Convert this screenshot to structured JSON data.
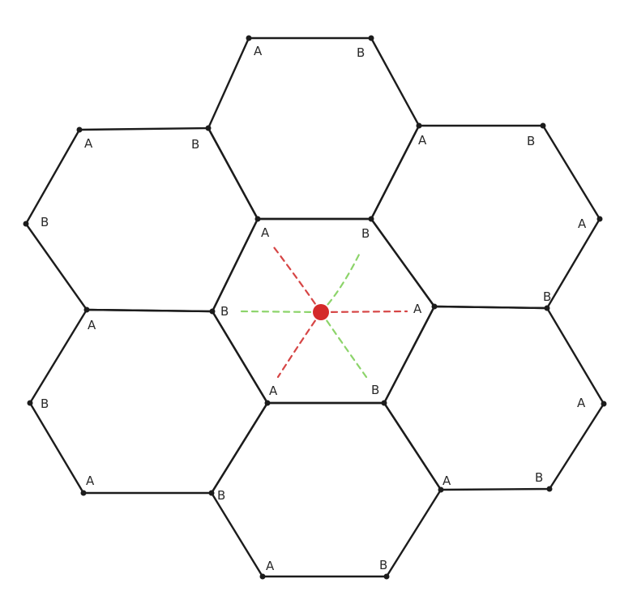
{
  "colors": {
    "outline": "#1c1c1c",
    "label": "#2a2a2a",
    "red": "#d42a2a",
    "red_ray": "#d64545",
    "green_ray": "#8cd46a",
    "background": "#ffffff"
  },
  "label_a": "A",
  "label_b": "B",
  "rays": {
    "red": [
      "upper-left",
      "right",
      "lower-left"
    ],
    "green": [
      "upper-right",
      "left",
      "lower-right"
    ]
  }
}
